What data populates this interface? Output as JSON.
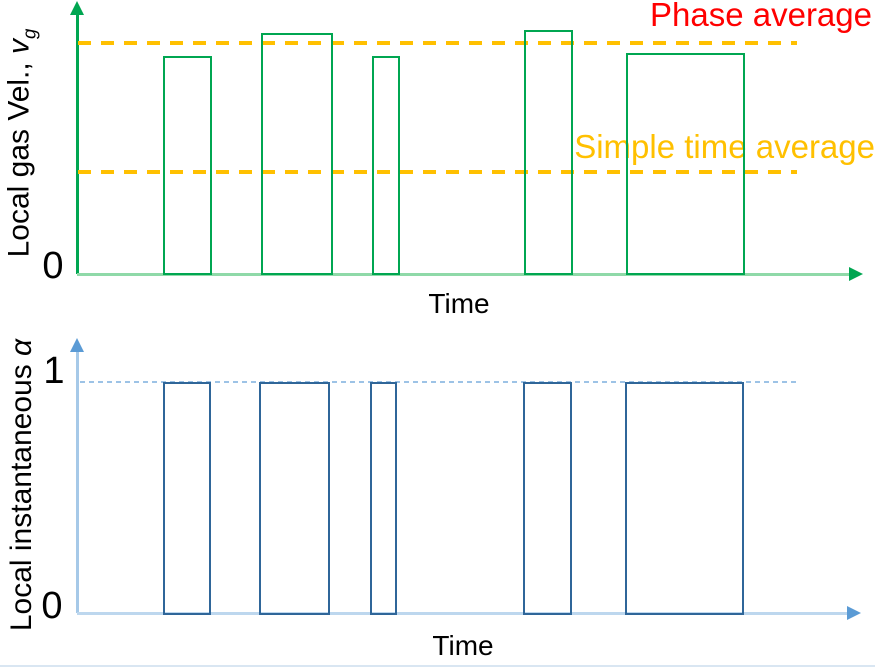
{
  "colors": {
    "background": "#FFFFFF",
    "green_series": "#00A651",
    "green_axis_light": "#8FD9A8",
    "orange_dashed": "#FFC000",
    "red_label": "#FF0000",
    "blue_series": "#2F6699",
    "blue_arrow": "#5B9BD5",
    "blue_axis_light": "#A6C9E8",
    "blue_axis_pale": "#BDD7EE",
    "blue_dashed": "#9DC3E6",
    "bottom_strip": "#D9E6F2",
    "text": "#000000"
  },
  "top_chart": {
    "ylabel_plain": "Local gas Vel., ",
    "ylabel_var": "v",
    "ylabel_sub": "g",
    "xlabel": "Time",
    "tick_zero": "0",
    "phase_average_label": "Phase average",
    "simple_time_average_label": "Simple time average"
  },
  "bottom_chart": {
    "ylabel_plain": "Local instantaneous ",
    "ylabel_var": "α",
    "xlabel": "Time",
    "tick_zero": "0",
    "tick_one": "1"
  },
  "chart_data": [
    {
      "type": "line",
      "id": "local-gas-velocity",
      "title": "",
      "xlabel": "Time",
      "ylabel": "Local gas Vel., v_g",
      "waveform": "rectangular pulses: gas velocity measured only while gas phase passes probe, 0 otherwise",
      "x_axis": {
        "range": [
          0,
          1
        ],
        "unit": "arbitrary time",
        "ticks": []
      },
      "y_axis": {
        "range": [
          0,
          1.08
        ],
        "unit": "arbitrary velocity",
        "ticks": [
          {
            "value": 0,
            "label": "0"
          }
        ]
      },
      "grid": false,
      "legend": "none",
      "series_color": "#00A651",
      "pulses": [
        {
          "t_start": 0.109,
          "t_end": 0.172,
          "value": 0.86
        },
        {
          "t_start": 0.234,
          "t_end": 0.326,
          "value": 0.95
        },
        {
          "t_start": 0.375,
          "t_end": 0.411,
          "value": 0.86
        },
        {
          "t_start": 0.569,
          "t_end": 0.631,
          "value": 0.96
        },
        {
          "t_start": 0.699,
          "t_end": 0.85,
          "value": 0.87
        }
      ],
      "reference_lines": [
        {
          "label": "Phase average",
          "value": 0.91,
          "style": "dashed",
          "line_color": "#FFC000",
          "label_color": "#FF0000"
        },
        {
          "label": "Simple time average",
          "value": 0.4,
          "style": "dashed",
          "line_color": "#FFC000",
          "label_color": "#FFC000"
        }
      ]
    },
    {
      "type": "line",
      "id": "local-instantaneous-void-fraction",
      "title": "",
      "xlabel": "Time",
      "ylabel": "Local instantaneous α",
      "waveform": "rectangular pulses: α = 1 while gas phase present, 0 otherwise",
      "x_axis": {
        "range": [
          0,
          1
        ],
        "unit": "arbitrary time",
        "ticks": []
      },
      "y_axis": {
        "range": [
          0,
          1.17
        ],
        "unit": "void fraction",
        "ticks": [
          {
            "value": 0,
            "label": "0"
          },
          {
            "value": 1,
            "label": "1"
          }
        ]
      },
      "grid": false,
      "legend": "none",
      "series_color": "#2F6699",
      "pulses": [
        {
          "t_start": 0.109,
          "t_end": 0.171,
          "value": 1
        },
        {
          "t_start": 0.232,
          "t_end": 0.322,
          "value": 1
        },
        {
          "t_start": 0.373,
          "t_end": 0.407,
          "value": 1
        },
        {
          "t_start": 0.567,
          "t_end": 0.63,
          "value": 1
        },
        {
          "t_start": 0.697,
          "t_end": 0.849,
          "value": 1
        }
      ],
      "reference_lines": [
        {
          "label": "",
          "value": 1,
          "style": "dashed",
          "line_color": "#9DC3E6",
          "label_color": ""
        }
      ]
    }
  ]
}
